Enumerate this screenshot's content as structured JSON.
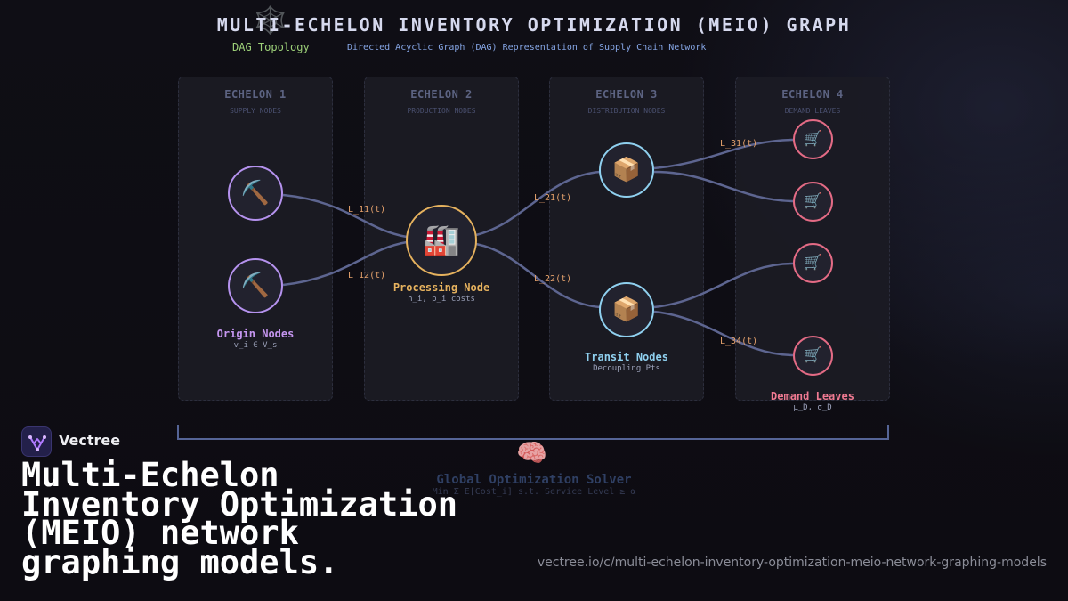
{
  "header": {
    "title": "MULTI-ECHELON INVENTORY OPTIMIZATION (MEIO) GRAPH",
    "title_icon": "spider-web-icon",
    "subtitle_left": "DAG Topology",
    "subtitle_right": "Directed Acyclic Graph (DAG) Representation of Supply Chain Network"
  },
  "echelons": [
    {
      "title": "ECHELON 1",
      "subtitle": "SUPPLY NODES"
    },
    {
      "title": "ECHELON 2",
      "subtitle": "PRODUCTION NODES"
    },
    {
      "title": "ECHELON 3",
      "subtitle": "DISTRIBUTION NODES"
    },
    {
      "title": "ECHELON 4",
      "subtitle": "DEMAND LEAVES"
    }
  ],
  "nodes": {
    "origin": {
      "glyph": "⛏️",
      "icon": "pickaxe-icon",
      "label": "Origin Nodes",
      "sublabel": "v_i ∈ V_s",
      "color": "#b592ee"
    },
    "processing": {
      "glyph": "🏭",
      "icon": "factory-icon",
      "label": "Processing Node",
      "sublabel": "h_i, p_i costs",
      "color": "#e6b25e"
    },
    "transit": {
      "glyph": "📦",
      "icon": "package-icon",
      "label": "Transit Nodes",
      "sublabel": "Decoupling Pts",
      "color": "#8fd0ef"
    },
    "demand": {
      "glyph": "🛒",
      "icon": "shopping-cart-icon",
      "label": "Demand Leaves",
      "sublabel": "μ_D, σ_D",
      "color": "#e46b85"
    }
  },
  "edge_labels": [
    "L_11(t)",
    "L_12(t)",
    "L_21(t)",
    "L_22(t)",
    "L_31(t)",
    "L_34(t)"
  ],
  "solver": {
    "glyph": "🧠",
    "icon": "brain-icon",
    "title": "Global Optimization Solver",
    "formula": "Min Σ E[Cost_i] s.t. Service Level ≥ α"
  },
  "brand": {
    "name": "Vectree",
    "logo_icon": "vectree-logo-icon"
  },
  "headline": [
    "Multi-Echelon",
    "Inventory Optimization",
    "(MEIO) network",
    "graphing models."
  ],
  "url": "vectree.io/c/multi-echelon-inventory-optimization-meio-network-graphing-models",
  "colors": {
    "edge": "#5d6590",
    "edge_label": "#e3a06b",
    "accent_green": "#9ccf78",
    "accent_blue": "#86a6e6"
  }
}
